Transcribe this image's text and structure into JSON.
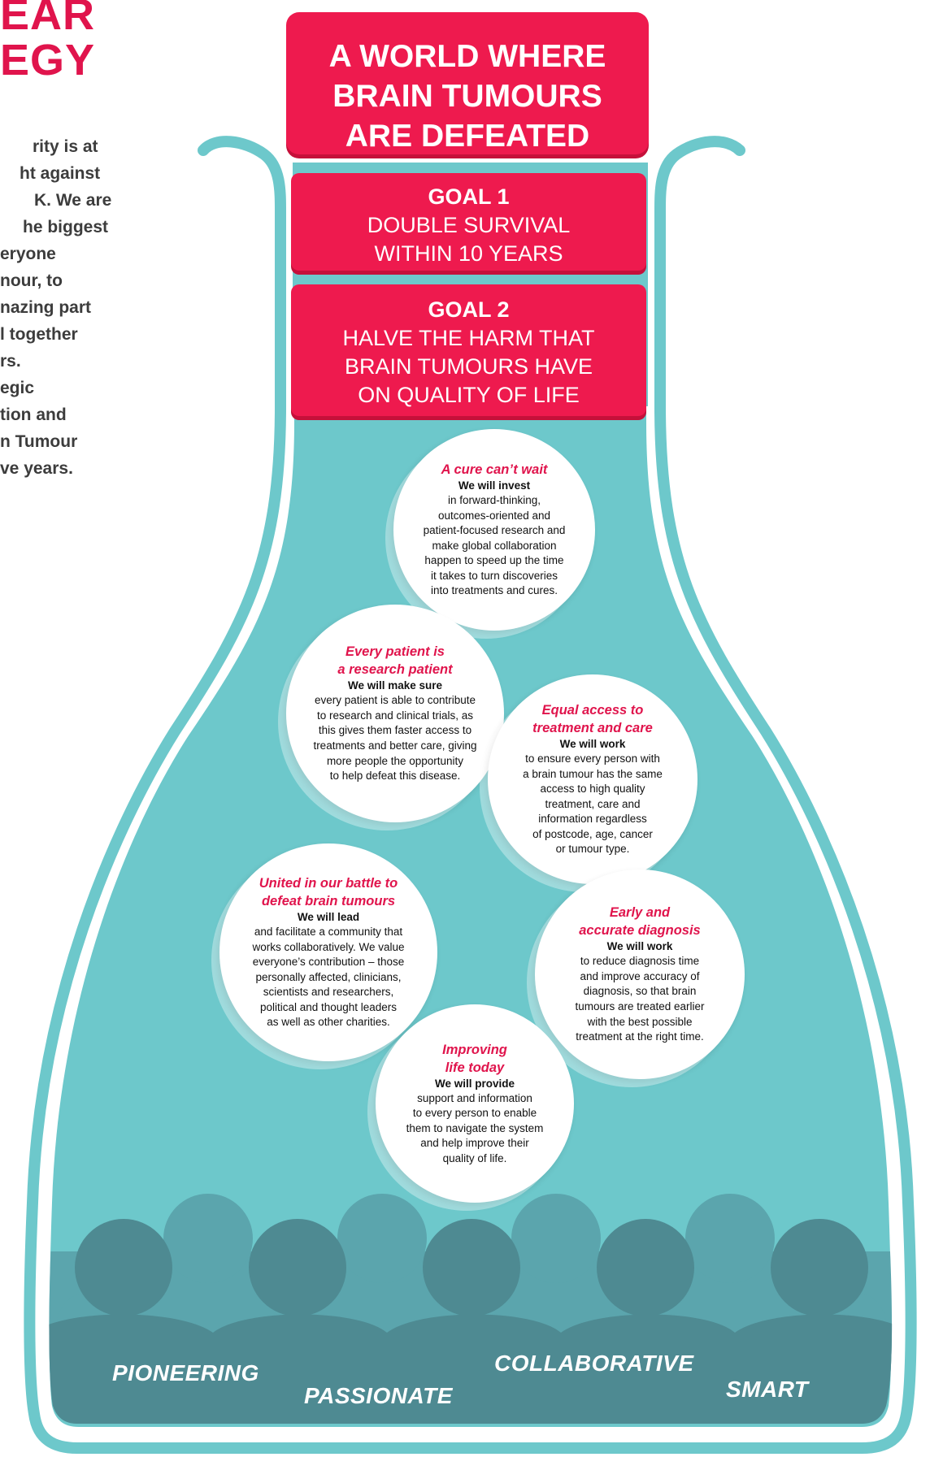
{
  "left_heading": [
    "EAR",
    "EGY"
  ],
  "left_text": [
    "rity is at",
    "ht against",
    "K.  We are",
    "he biggest",
    "eryone",
    "nour, to",
    "nazing part",
    "l together",
    "rs.",
    "egic",
    "tion and",
    "n Tumour",
    "ve years."
  ],
  "vision": [
    "A WORLD WHERE",
    "BRAIN TUMOURS",
    "ARE DEFEATED"
  ],
  "goal1": {
    "title": "GOAL 1",
    "lines": [
      "DOUBLE SURVIVAL",
      "WITHIN 10 YEARS"
    ]
  },
  "goal2": {
    "title": "GOAL 2",
    "lines": [
      "HALVE THE HARM THAT",
      "BRAIN TUMOURS HAVE",
      "ON QUALITY OF LIFE"
    ]
  },
  "circles": [
    {
      "heading": [
        "A cure can’t wait"
      ],
      "lead": "We will invest",
      "body": [
        "in forward-thinking,",
        "outcomes-oriented and",
        "patient-focused research and",
        "make global collaboration",
        "happen to speed up the time",
        "it takes to turn discoveries",
        "into treatments and cures."
      ]
    },
    {
      "heading": [
        "Every patient is",
        "a research patient"
      ],
      "lead": "We will make sure",
      "body": [
        "every patient is able to contribute",
        "to research and clinical trials, as",
        "this gives them faster access to",
        "treatments and better care, giving",
        "more people the opportunity",
        "to help defeat this disease."
      ]
    },
    {
      "heading": [
        "Equal access to",
        "treatment and care"
      ],
      "lead": "We will work",
      "body": [
        "to ensure every person with",
        "a brain tumour has the same",
        "access to high quality",
        "treatment, care and",
        "information regardless",
        "of postcode, age, cancer",
        "or tumour type."
      ]
    },
    {
      "heading": [
        "United in our battle to",
        "defeat brain tumours"
      ],
      "lead": "We will lead",
      "body": [
        "and facilitate a community that",
        "works collaboratively.  We value",
        "everyone’s contribution – those",
        "personally affected, clinicians,",
        "scientists and researchers,",
        "political and thought leaders",
        "as well as other charities."
      ]
    },
    {
      "heading": [
        "Early and",
        "accurate diagnosis"
      ],
      "lead": "We will work",
      "body": [
        "to reduce diagnosis time",
        "and improve accuracy of",
        "diagnosis, so that brain",
        "tumours are treated earlier",
        "with the best possible",
        "treatment at the right time."
      ]
    },
    {
      "heading": [
        "Improving",
        "life today"
      ],
      "lead": "We will provide",
      "body": [
        "support and information",
        "to every person to enable",
        "them to navigate the system",
        "and help improve their",
        "quality of life."
      ]
    }
  ],
  "values": [
    "PIONEERING",
    "PASSIONATE",
    "COLLABORATIVE",
    "SMART"
  ],
  "colors": {
    "pink": "#ee1a4e",
    "teal": "#6dc8cb",
    "dark_teal": "#4e8a92",
    "mid_teal": "#5ba5ad",
    "outline": "#6dc8cb"
  }
}
